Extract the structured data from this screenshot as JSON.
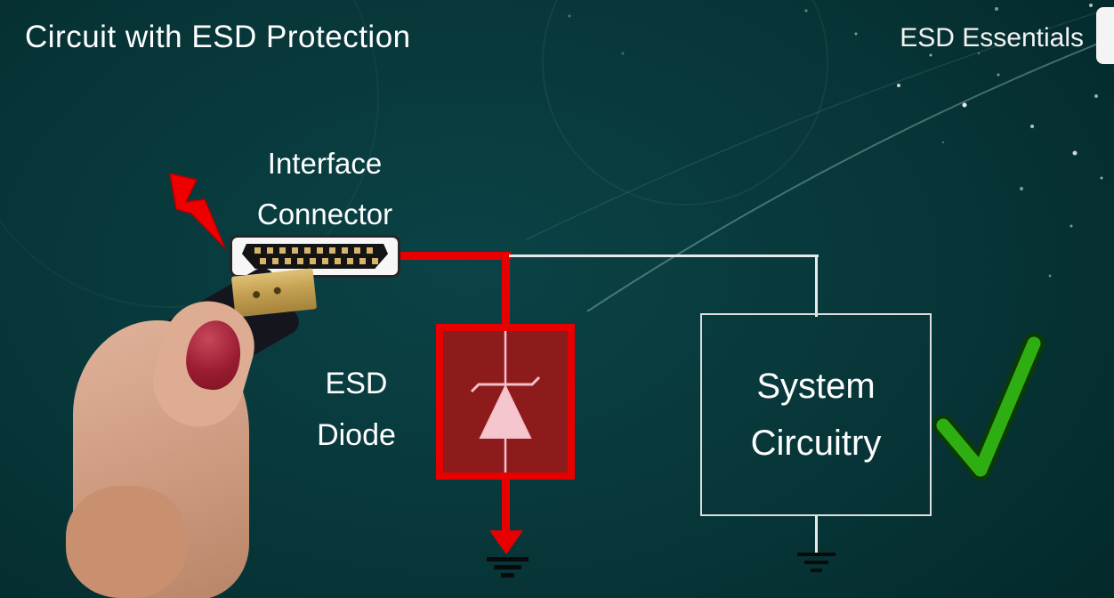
{
  "slide": {
    "title": "Circuit with ESD Protection",
    "brand": "ESD Essentials"
  },
  "labels": {
    "connector_line1": "Interface",
    "connector_line2": "Connector",
    "esd_line1": "ESD",
    "esd_line2": "Diode",
    "system_line1": "System",
    "system_line2": "Circuitry"
  },
  "icons": {
    "lightning-bolt-icon": "red ESD strike bolt",
    "checkmark-icon": "green check mark",
    "ground-icon": "earth ground symbol",
    "zener-diode-icon": "ESD protection diode symbol",
    "hdmi-connector": "HDMI interface connector",
    "hand-photo": "hand holding HDMI cable"
  },
  "colors": {
    "background": "#073537",
    "wire_red": "#e80000",
    "diode_fill": "#8e1b1b",
    "diode_symbol": "#f4c0ca",
    "wire_white": "#e9e9e9",
    "check_green": "#2fae13",
    "text": "#ffffff"
  }
}
